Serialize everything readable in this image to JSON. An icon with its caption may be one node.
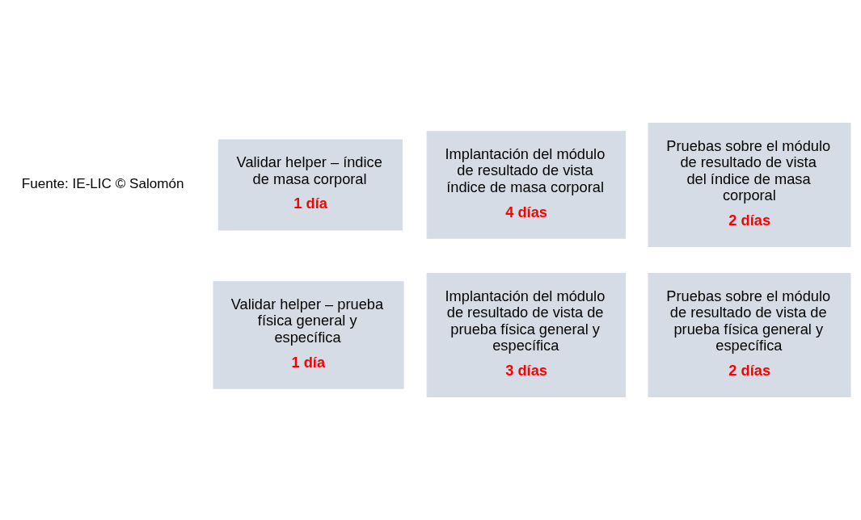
{
  "diagram": {
    "nodes": [
      {
        "text": [
          "Validar helper – índice de masa corporal",
          "1 día"
        ]
      },
      {
        "text": [
          "Implantación del módulo de resultado de vista índice de masa corporal",
          "4 días"
        ]
      },
      {
        "text": [
          "Pruebas sobre el módulo de resultado de vista del índice de masa corporal",
          "2 días"
        ]
      },
      {
        "text": [
          "Validar helper – prueba física general y específica",
          "1 día"
        ]
      },
      {
        "text": [
          "Implantación del módulo de resultado de vista de prueba física general y específica",
          "3 días"
        ]
      },
      {
        "text": [
          "Pruebas sobre el módulo de resultado de vista de prueba física general y específica",
          "2 días"
        ]
      }
    ],
    "edges": [],
    "labels": [
      "Fuente: IE-LIC © Salomón"
    ]
  }
}
